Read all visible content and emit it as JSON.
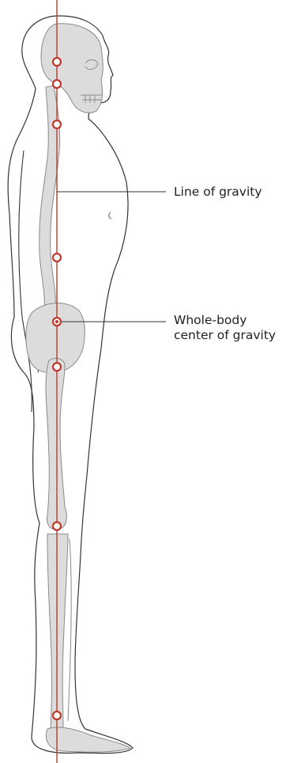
{
  "labels": {
    "line_of_gravity": "Line of gravity",
    "center_of_gravity_line1": "Whole-body",
    "center_of_gravity_line2": "center of gravity"
  },
  "colors": {
    "gravity_line": "#c0392b",
    "body_outline": "#333333",
    "skeleton_fill": "#dcdcdc",
    "skeleton_stroke": "#8a8a8a",
    "marker_fill": "#ffffff",
    "leader_line": "#333333"
  },
  "markers": [
    "head",
    "upper-cervical",
    "cervical",
    "lumbar",
    "whole-body-center",
    "hip",
    "knee",
    "ankle"
  ]
}
